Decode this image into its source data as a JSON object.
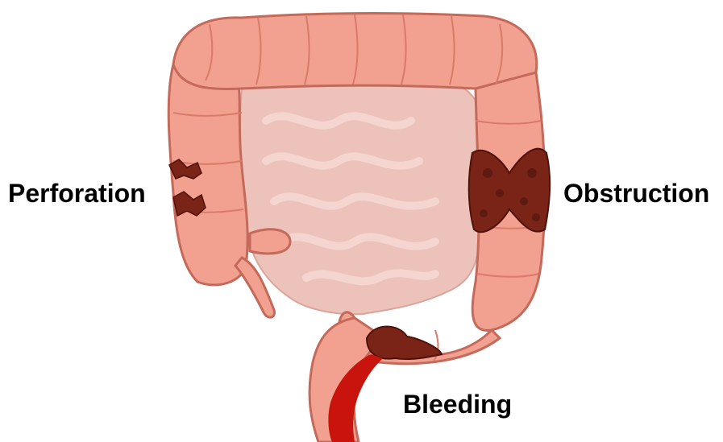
{
  "labels": {
    "perforation": "Perforation",
    "obstruction": "Obstruction",
    "bleeding": "Bleeding"
  },
  "colors": {
    "colon_fill": "#f2a090",
    "colon_outline": "#c46a5a",
    "background_organs": "#ecc2bb",
    "lesion": "#7a2418",
    "blood": "#c8140c",
    "text": "#000000"
  }
}
